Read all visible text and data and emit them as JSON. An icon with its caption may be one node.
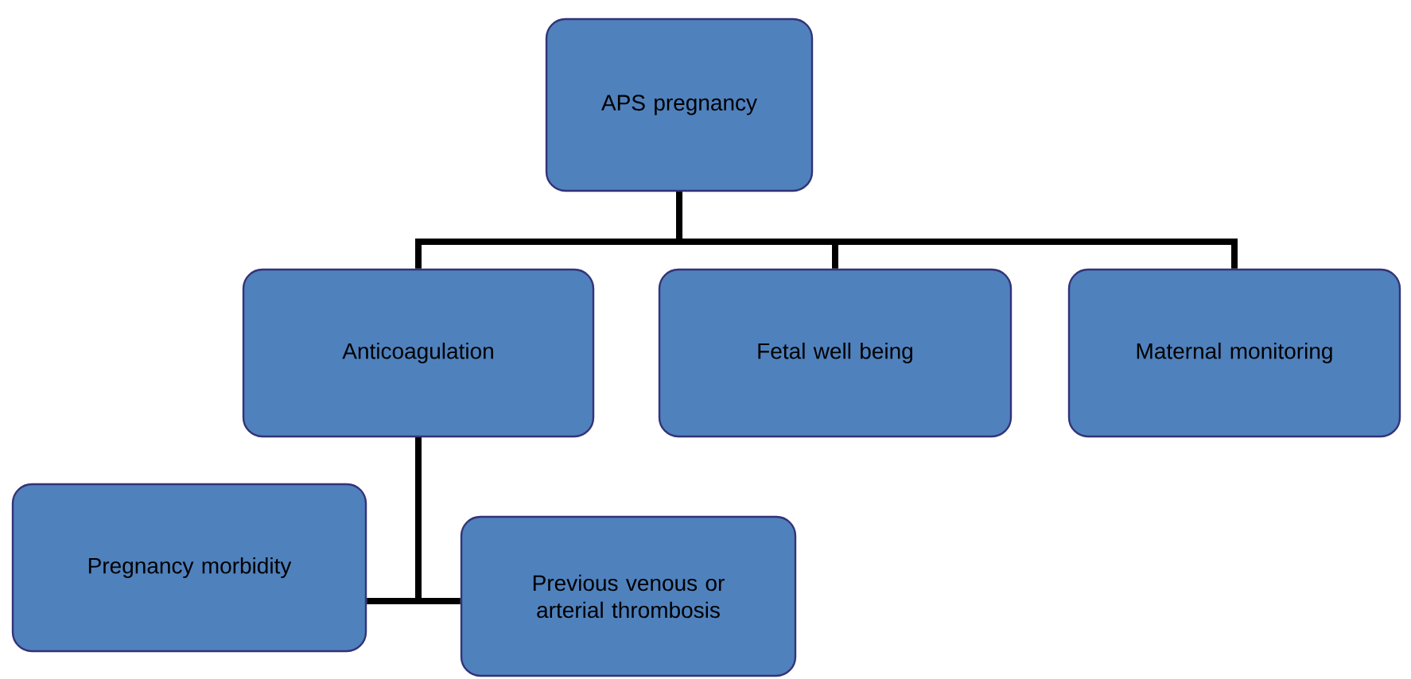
{
  "diagram": {
    "nodes": [
      {
        "text": [
          "APS pregnancy"
        ]
      },
      {
        "text": [
          "Anticoagulation"
        ]
      },
      {
        "text": [
          "Fetal well being"
        ]
      },
      {
        "text": [
          "Maternal monitoring"
        ]
      },
      {
        "text": [
          "Pregnancy morbidity"
        ]
      },
      {
        "text": [
          "Previous venous or arterial thrombosis"
        ]
      }
    ],
    "edges": [
      {
        "from": 0,
        "to": 1,
        "arrow": "none"
      },
      {
        "from": 0,
        "to": 2,
        "arrow": "none"
      },
      {
        "from": 0,
        "to": 3,
        "arrow": "none"
      },
      {
        "from": 1,
        "to": 4,
        "arrow": "none"
      },
      {
        "from": 1,
        "to": 5,
        "arrow": "none"
      }
    ]
  }
}
